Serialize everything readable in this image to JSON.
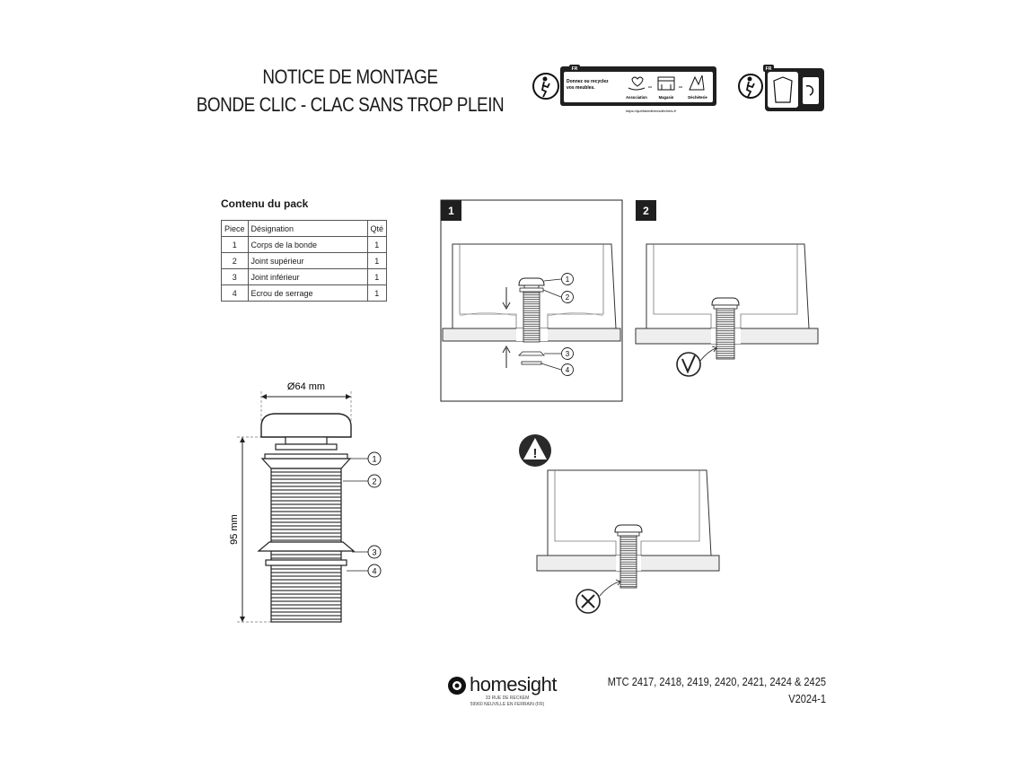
{
  "title": {
    "line1": "NOTICE DE MONTAGE",
    "line2": "BONDE CLIC - CLAC SANS TROP PLEIN"
  },
  "eco_badge": {
    "region": "FR",
    "text_line1": "Donnez ou recyclez",
    "text_line2": "vos meubles.",
    "opt1": "Association",
    "opt2": "Magasin",
    "opt3": "Déchèterie",
    "or1": "ou",
    "or2": "ou",
    "url": "https://quefairedemesdechets.fr"
  },
  "eco_badge2": {
    "region": "FR"
  },
  "pack": {
    "title": "Contenu du pack",
    "headers": [
      "Piece",
      "Désignation",
      "Qté"
    ],
    "rows": [
      [
        "1",
        "Corps de la bonde",
        "1"
      ],
      [
        "2",
        "Joint supérieur",
        "1"
      ],
      [
        "3",
        "Joint inférieur",
        "1"
      ],
      [
        "4",
        "Ecrou de serrage",
        "1"
      ]
    ]
  },
  "dimensions": {
    "diameter": "Ø64 mm",
    "height": "95 mm"
  },
  "part_callouts": [
    "1",
    "2",
    "3",
    "4"
  ],
  "steps": {
    "step1": "1",
    "step2": "2",
    "warning_symbol": "!"
  },
  "footer": {
    "brand": "homesight",
    "address_line1": "33 RUE DE RECKEM",
    "address_line2": "59960 NEUVILLE EN FERRAIN (FR)",
    "models": "MTC 2417, 2418, 2419, 2420, 2421, 2424 & 2425",
    "version": "V2024-1"
  }
}
